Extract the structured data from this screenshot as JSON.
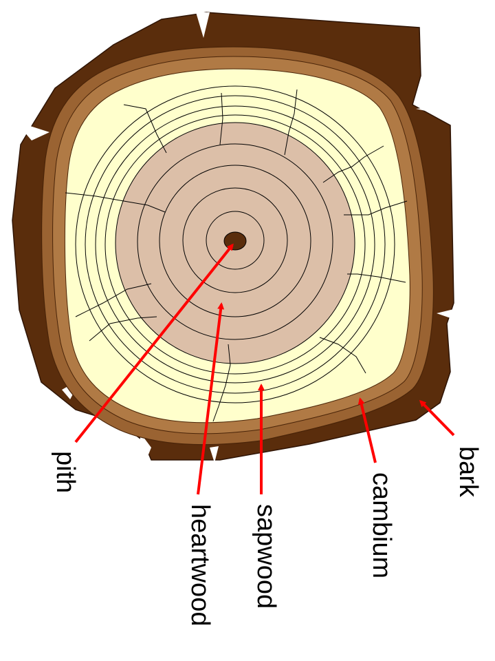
{
  "labels": {
    "pith": "pith",
    "heartwood": "heartwood",
    "sapwood": "sapwood",
    "cambium": "cambium",
    "bark": "bark"
  },
  "colors": {
    "bark": "#5a2d0c",
    "cambium": "#9a6332",
    "cambium_band": "#b07a45",
    "sapwood": "#ffffcc",
    "heartwood": "#dcbfa8",
    "pith": "#5a2d0c",
    "arrow": "#ff0000",
    "ring_line": "#000000"
  }
}
